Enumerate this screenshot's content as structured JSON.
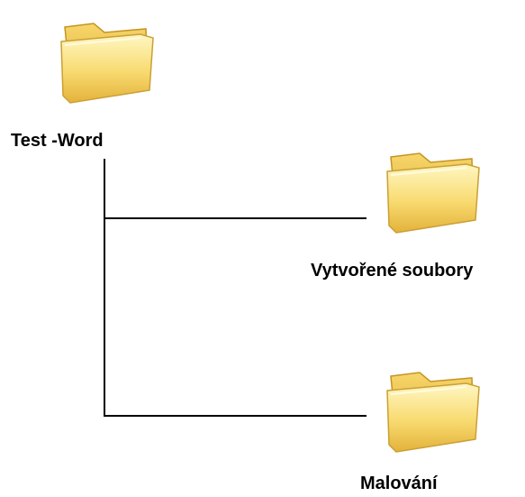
{
  "root": {
    "label": "Test -Word",
    "icon": "folder-icon"
  },
  "children": [
    {
      "label": "Vytvořené soubory",
      "icon": "folder-icon"
    },
    {
      "label": "Malování",
      "icon": "folder-icon"
    }
  ],
  "colors": {
    "folder_light": "#fff6b8",
    "folder_mid": "#f6d667",
    "folder_dark": "#d9a92b",
    "line": "#000000"
  }
}
